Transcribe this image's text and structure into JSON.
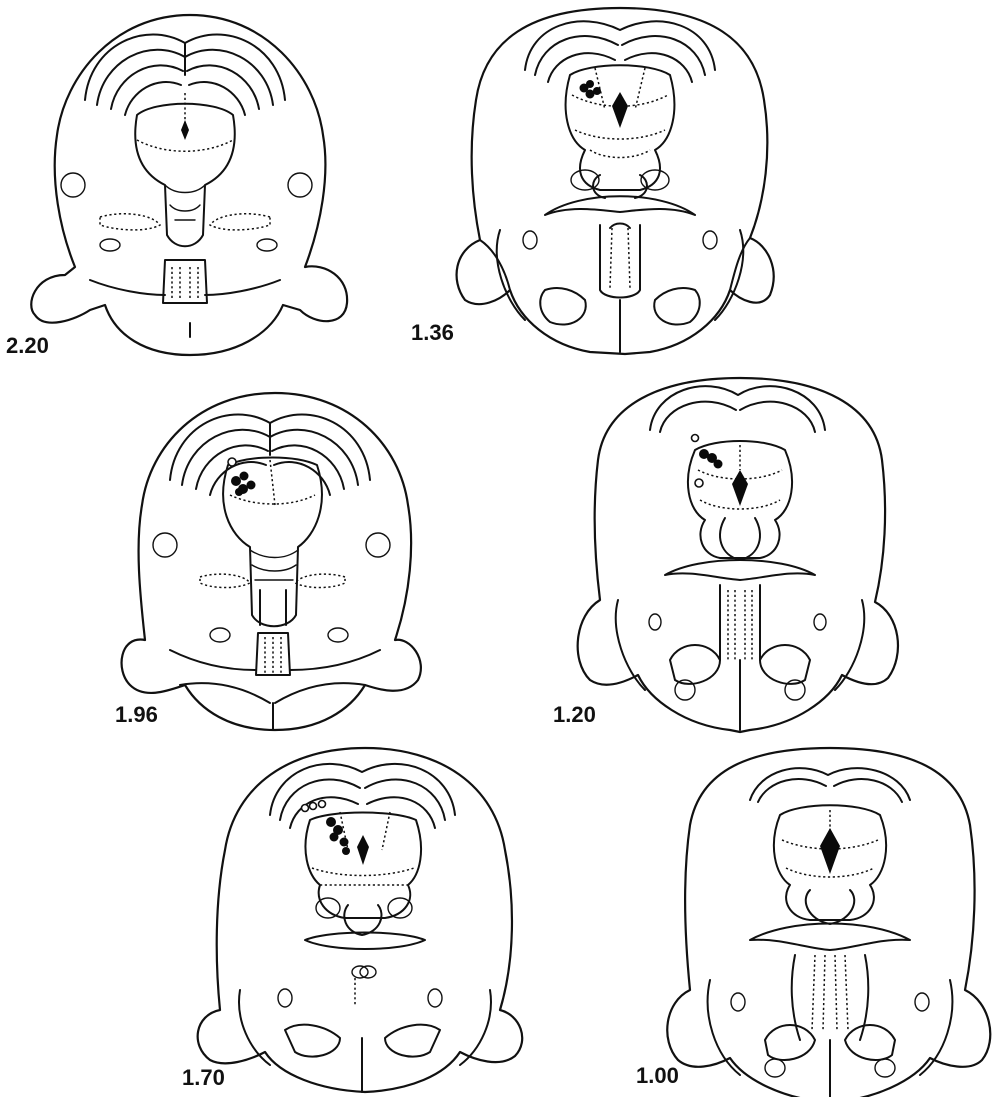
{
  "sections": [
    {
      "id": "s1",
      "label": "2.20"
    },
    {
      "id": "s2",
      "label": "1.36"
    },
    {
      "id": "s3",
      "label": "1.96"
    },
    {
      "id": "s4",
      "label": "1.20"
    },
    {
      "id": "s5",
      "label": "1.70"
    },
    {
      "id": "s6",
      "label": "1.00"
    }
  ],
  "marker_colors": {
    "filled": "#0a0a0a",
    "open": "#ffffff"
  }
}
